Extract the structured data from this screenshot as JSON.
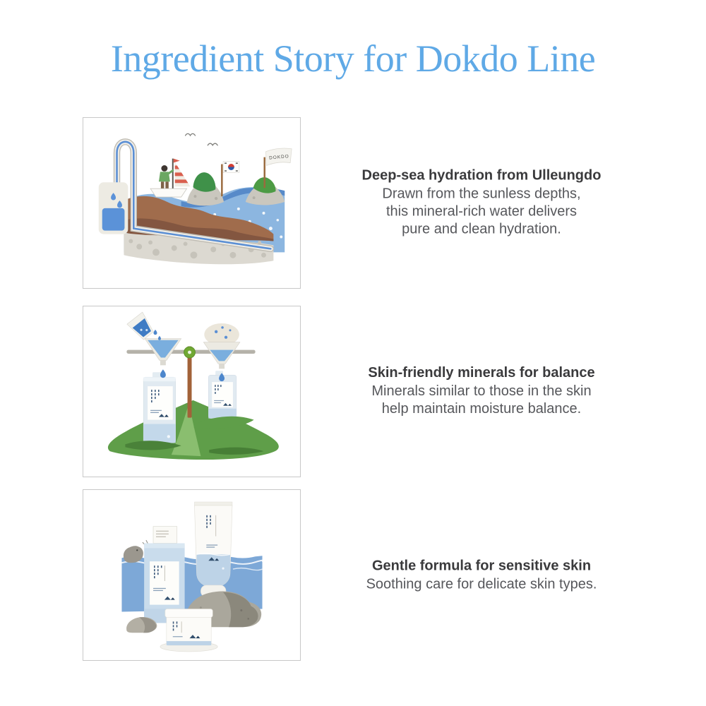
{
  "page": {
    "title": "Ingredient Story for Dokdo Line",
    "title_color": "#5fa9e6",
    "background": "#ffffff",
    "frame_border_color": "#c8c8c8"
  },
  "sections": [
    {
      "id": "deep-sea-hydration",
      "illustration": "dokdo-sea-cross-section",
      "heading": "Deep-sea hydration from Ulleungdo",
      "body_lines": [
        "Drawn from the sunless depths,",
        "this mineral-rich water delivers",
        "pure and clean hydration."
      ]
    },
    {
      "id": "skin-friendly-minerals",
      "illustration": "mineral-balance-funnels",
      "heading": "Skin-friendly minerals for balance",
      "body_lines": [
        "Minerals similar to those in the skin",
        "help maintain moisture balance."
      ]
    },
    {
      "id": "gentle-formula",
      "illustration": "product-lineup-with-rocks",
      "heading": "Gentle formula for sensitive skin",
      "body_lines": [
        "Soothing care for delicate skin types."
      ]
    }
  ],
  "illustrations": {
    "dokdo_flag_label": "DOKDO",
    "palette": {
      "sea_blue": "#8cb6e0",
      "waterline_blue": "#4e82c4",
      "soil_brown": "#a06c4c",
      "dark_soil": "#835640",
      "pebble_gray": "#dcd9d1",
      "grass_green": "#5f9e49",
      "island_green": "#3f9149",
      "bottle_blue": "#c9dcec",
      "panel_blue": "#7da8d7",
      "rock_gray": "#aaa79c",
      "drop_blue": "#4c86cc",
      "heading_text": "#3a3a3c",
      "body_text": "#56575b"
    }
  }
}
